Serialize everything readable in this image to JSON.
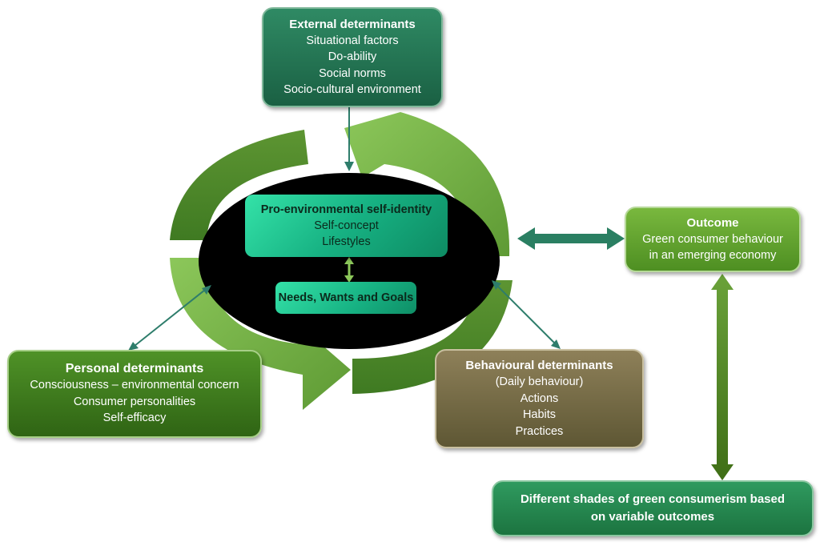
{
  "external": {
    "title": "External determinants",
    "lines": [
      "Situational factors",
      "Do-ability",
      "Social norms",
      "Socio-cultural environment"
    ]
  },
  "self_identity": {
    "title": "Pro-environmental self-identity",
    "lines": [
      "Self-concept",
      "Lifestyles"
    ]
  },
  "needs": {
    "title": "Needs, Wants and Goals"
  },
  "outcome": {
    "title": "Outcome",
    "lines": [
      "Green consumer behaviour",
      "in an emerging economy"
    ]
  },
  "personal": {
    "title": "Personal determinants",
    "lines": [
      "Consciousness – environmental concern",
      "Consumer personalities",
      "Self-efficacy"
    ]
  },
  "behavioural": {
    "title": "Behavioural determinants",
    "lines": [
      "(Daily behaviour)",
      "Actions",
      "Habits",
      "Practices"
    ]
  },
  "shades": {
    "lines": [
      "Different shades of green consumerism based",
      "on variable outcomes"
    ]
  },
  "colors": {
    "ring_light": "#7ab648",
    "ring_dark": "#4e8a2a",
    "core": "#000000",
    "connector": "#2e7d6b",
    "outcome_arrow": "#2a7f62",
    "shades_arrow": "#4f7f1f"
  }
}
